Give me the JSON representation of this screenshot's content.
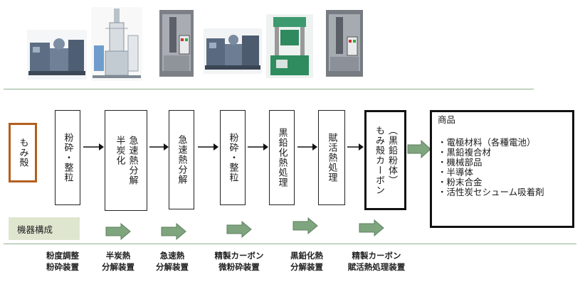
{
  "source": {
    "label": "もみ殻"
  },
  "steps": [
    {
      "label": "粉砕・整粒"
    },
    {
      "label_col1": "急速熱分解",
      "label_col2": "半炭化"
    },
    {
      "label": "急速熱分解"
    },
    {
      "label": "粉砕・整粒"
    },
    {
      "label": "黒鉛化熱処理"
    },
    {
      "label": "賦活熱処理"
    }
  ],
  "carbon": {
    "label_col1": "（黒鉛粉体）",
    "label_col2": "もみ殻カーボン"
  },
  "products": {
    "title": "商品",
    "items": [
      "・電極材料（各種電池）",
      "・黒鉛複合材",
      "・機械部品",
      "・半導体",
      "・粉末合金",
      "・活性炭セシューム吸着剤"
    ]
  },
  "equipment_header": "機器構成",
  "equipment": [
    {
      "line1": "粉度調整",
      "line2": "粉砕装置"
    },
    {
      "line1": "半炭熱",
      "line2": "分解装置"
    },
    {
      "line1": "急速熱",
      "line2": "分解装置"
    },
    {
      "line1": "精製カーボン",
      "line2": "微粉砕装置"
    },
    {
      "line1": "黒鉛化熱",
      "line2": "分解装置"
    },
    {
      "line1": "精製カーボン",
      "line2": "賦活熱処理装置"
    }
  ],
  "colors": {
    "source_border": "#b45f1e",
    "green_arrow": "#7fa57f",
    "legend_bg": "#dfe6cf",
    "rule": "#8fb08f"
  },
  "icons": [
    "machine-photo",
    "tower-photo",
    "reactor-photo",
    "machine-photo",
    "press-photo",
    "reactor-photo"
  ]
}
